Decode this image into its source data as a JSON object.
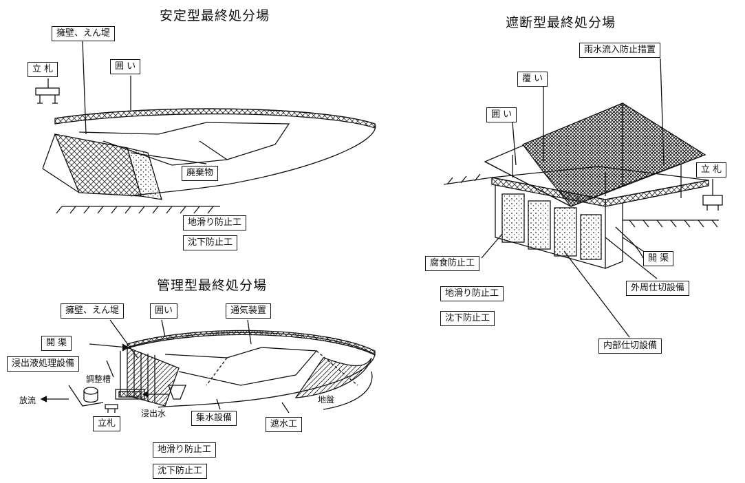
{
  "anteigata": {
    "title": "安定型最終処分場",
    "labels": {
      "yoheki": "擁壁、えん堤",
      "tatefuda": "立 札",
      "kakoi": "囲 い",
      "haikibutsu": "廃棄物",
      "jisuberi": "地滑り防止工",
      "chinka": "沈下防止工"
    }
  },
  "kanrigata": {
    "title": "管理型最終処分場",
    "labels": {
      "yoheki": "擁壁、えん堤",
      "kakoi": "囲い",
      "tsuuki": "通気装置",
      "kaikyo": "開 渠",
      "shinshutsueki": "浸出液処理設備",
      "choseiso": "調整槽",
      "horyu": "放流",
      "shinshutsusui": "浸出水",
      "tatefuda": "立札",
      "shusui": "集水設備",
      "shasuiko": "遮水工",
      "jiban": "地盤",
      "jisuberi": "地滑り防止工",
      "chinka": "沈下防止工"
    }
  },
  "shadangata": {
    "title": "遮断型最終処分場",
    "labels": {
      "usui": "雨水流入防止措置",
      "ooi": "覆 い",
      "kakoi": "囲 い",
      "tatefuda": "立 札",
      "fushoku": "腐食防止工",
      "jisuberi": "地滑り防止工",
      "chinka": "沈下防止工",
      "kaikyo": "開 渠",
      "gaishu": "外周仕切設備",
      "naibu": "内部仕切設備"
    }
  }
}
